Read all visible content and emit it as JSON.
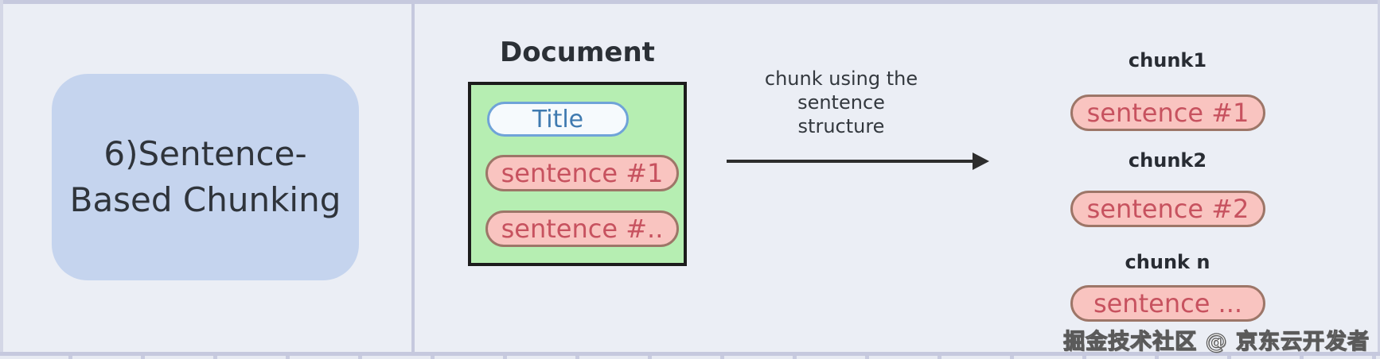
{
  "left_panel": {
    "title": "6)Sentence-Based Chunking",
    "title_line1": "6)Sentence-",
    "title_line2": "Based Chunking"
  },
  "document": {
    "label": "Document",
    "title_pill": "Title",
    "sentences": [
      "sentence #1",
      "sentence #.."
    ]
  },
  "arrow": {
    "caption_lines": [
      "chunk using the",
      "sentence",
      "structure"
    ]
  },
  "chunks": [
    {
      "label": "chunk1",
      "sentence": "sentence #1"
    },
    {
      "label": "chunk2",
      "sentence": "sentence #2"
    },
    {
      "label": "chunk n",
      "sentence": "sentence ..."
    }
  ],
  "watermark": "掘金技术社区 @ 京东云开发者",
  "colors": {
    "background": "#ebeef5",
    "frame_border": "#c6c9de",
    "left_card_fill": "#c5d4ee",
    "document_box_fill": "#b6eeb2",
    "document_box_border": "#1c1c1c",
    "title_pill_fill": "#f6fafd",
    "title_pill_border": "#6fa3d8",
    "title_pill_text": "#3f7ab0",
    "sentence_pill_fill": "#f9c4c0",
    "sentence_pill_border": "#9d7668",
    "sentence_pill_text": "#c7525f",
    "arrow_color": "#2d2d2d",
    "text_dark": "#2f343b"
  }
}
